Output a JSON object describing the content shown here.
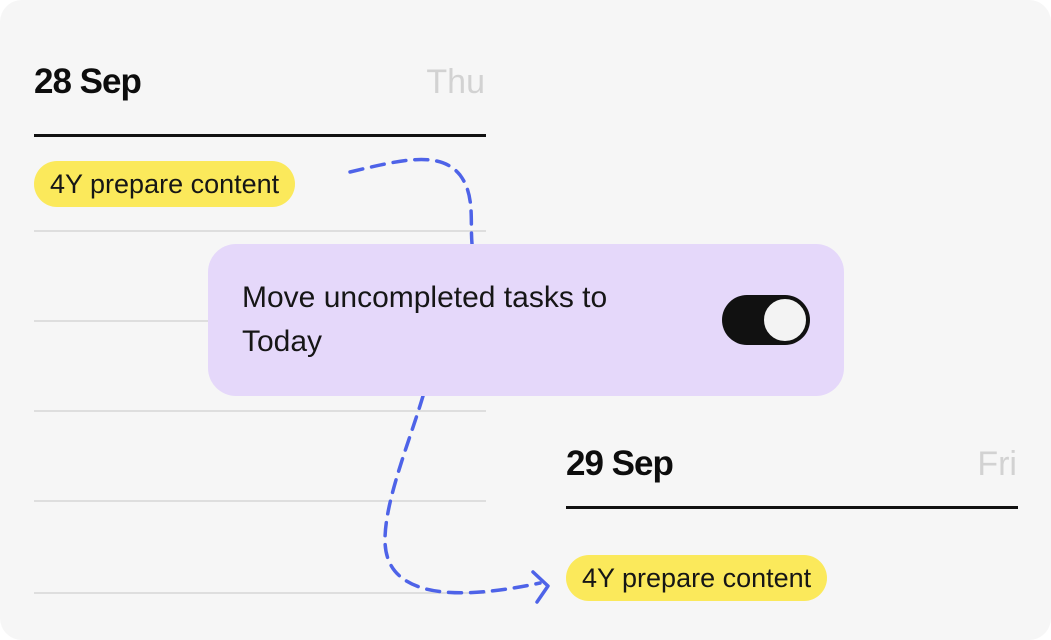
{
  "days": [
    {
      "date": "28 Sep",
      "weekday": "Thu",
      "task": "4Y prepare content"
    },
    {
      "date": "29 Sep",
      "weekday": "Fri",
      "task": "4Y prepare content"
    }
  ],
  "popup": {
    "text": "Move uncompleted tasks to Today",
    "toggle_on": true
  },
  "colors": {
    "background": "#f6f6f6",
    "chip": "#fbe95b",
    "popup": "#e5d8fa",
    "arrow": "#4e63e8",
    "toggle": "#111111"
  },
  "icons": {
    "arrow": "dashed-curved-arrow-icon"
  }
}
